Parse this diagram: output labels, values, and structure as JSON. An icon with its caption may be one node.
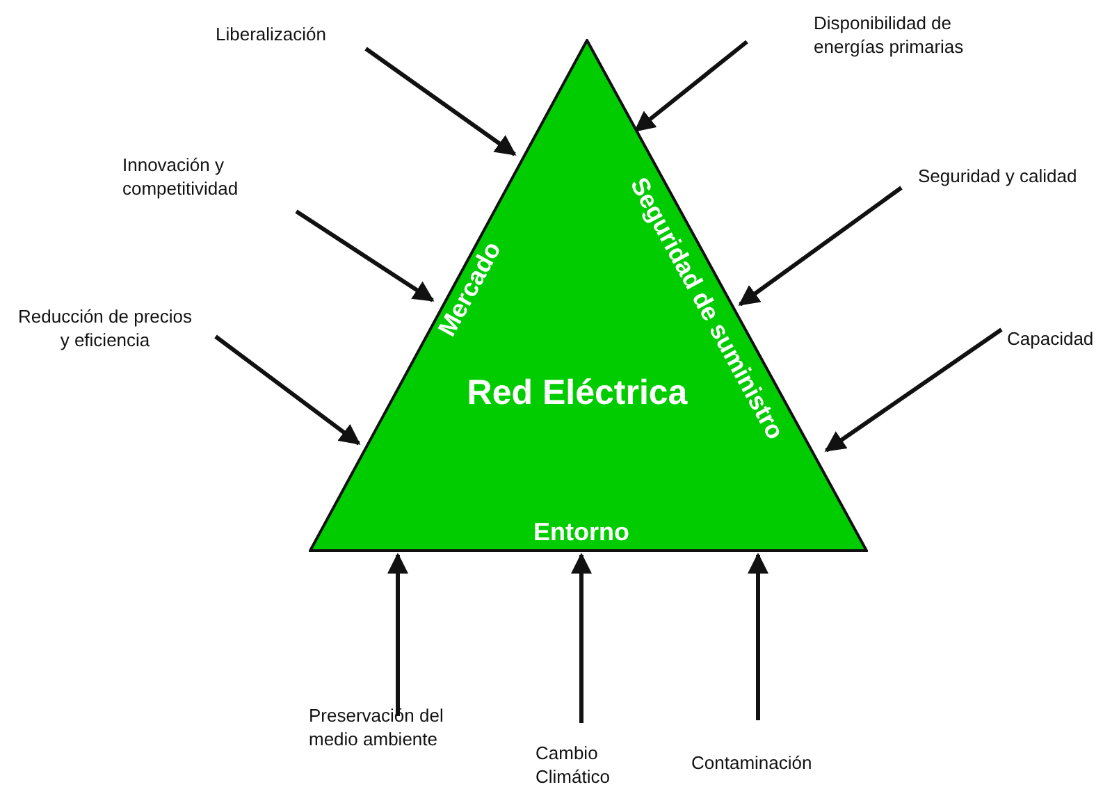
{
  "diagram": {
    "nodes": [
      {
        "text": [
          "Red Eléctrica",
          "Mercado",
          "Seguridad de suministro",
          "Entorno"
        ]
      },
      {
        "text": [
          "Liberalización"
        ]
      },
      {
        "text": [
          "Disponibilidad de energías primarias"
        ]
      },
      {
        "text": [
          "Innovación y competitividad"
        ]
      },
      {
        "text": [
          "Seguridad y calidad"
        ]
      },
      {
        "text": [
          "Reducción de precios y eficiencia"
        ]
      },
      {
        "text": [
          "Capacidad"
        ]
      },
      {
        "text": [
          "Preservación del medio ambiente"
        ]
      },
      {
        "text": [
          "Cambio Climático"
        ]
      },
      {
        "text": [
          "Contaminación"
        ]
      }
    ],
    "edges": [
      {
        "from": 1,
        "to": 0,
        "arrow": "to"
      },
      {
        "from": 2,
        "to": 0,
        "arrow": "to"
      },
      {
        "from": 3,
        "to": 0,
        "arrow": "to"
      },
      {
        "from": 4,
        "to": 0,
        "arrow": "to"
      },
      {
        "from": 5,
        "to": 0,
        "arrow": "to"
      },
      {
        "from": 6,
        "to": 0,
        "arrow": "to"
      },
      {
        "from": 7,
        "to": 0,
        "arrow": "to"
      },
      {
        "from": 8,
        "to": 0,
        "arrow": "to"
      },
      {
        "from": 9,
        "to": 0,
        "arrow": "to"
      }
    ]
  }
}
